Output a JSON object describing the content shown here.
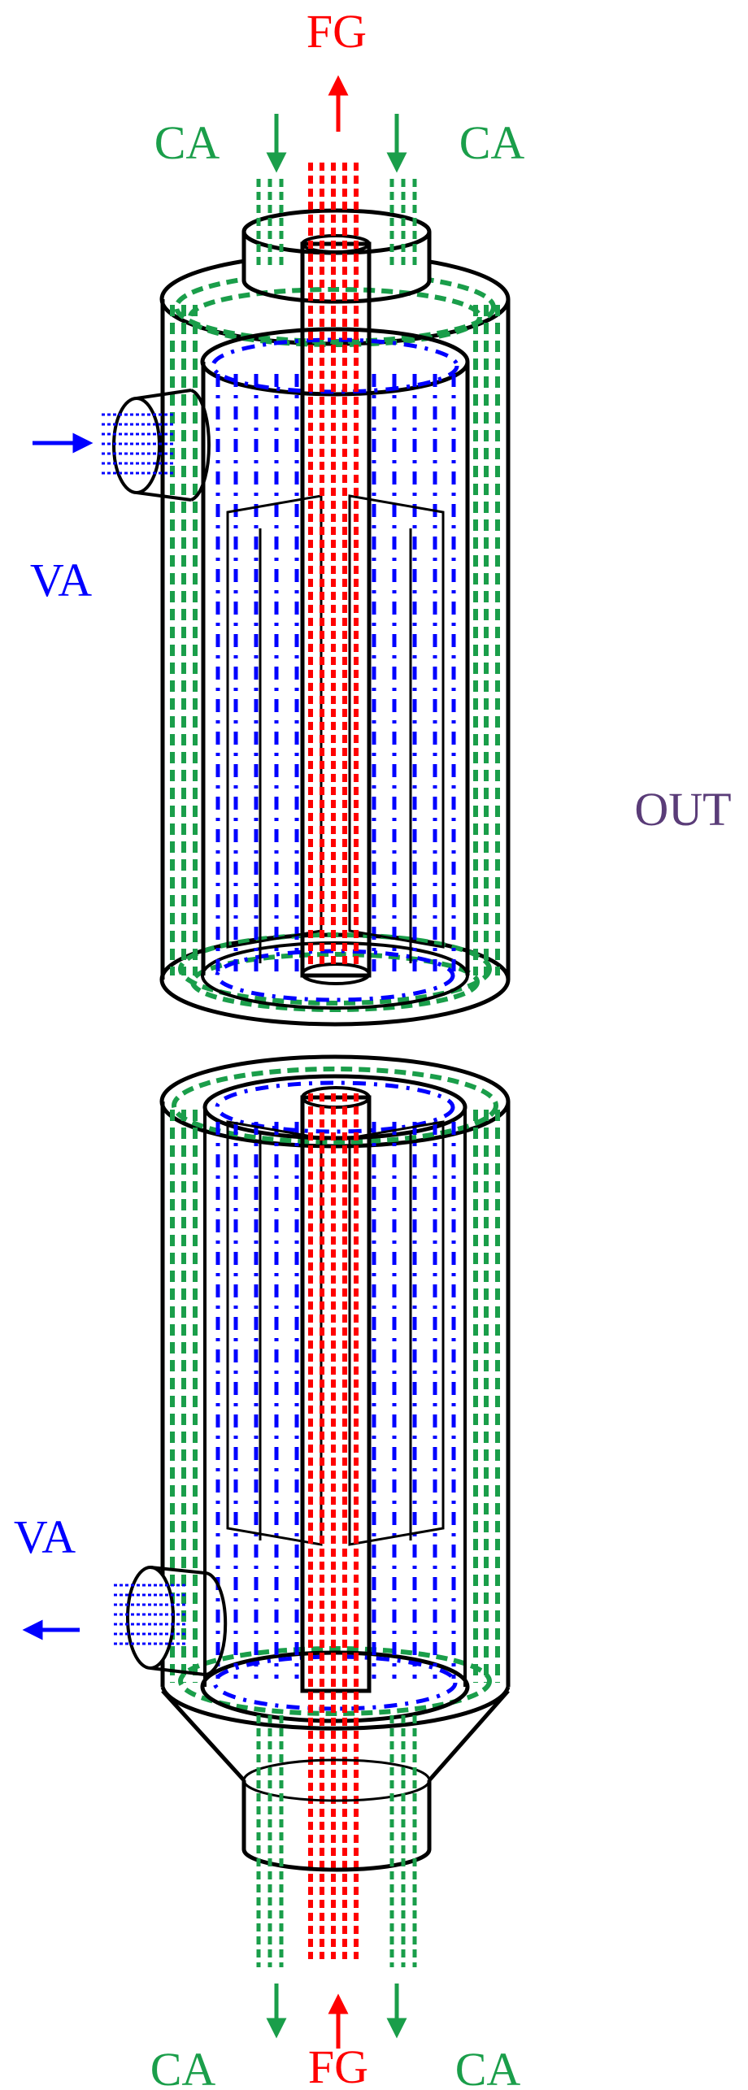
{
  "labels": {
    "fg_top": "FG",
    "fg_bottom": "FG",
    "ca_top_left": "CA",
    "ca_top_right": "CA",
    "ca_bottom_left": "CA",
    "ca_bottom_right": "CA",
    "va_top": "VA",
    "va_bottom": "VA",
    "out": "OUT"
  },
  "colors": {
    "fg": "#ff0000",
    "ca": "#1a9e4a",
    "va": "#0000ff",
    "out": "#5a3c78",
    "outline": "#000000",
    "arrow_fg": "#ff0000",
    "arrow_ca": "#1a9e4a",
    "arrow_va": "#0000ff"
  }
}
